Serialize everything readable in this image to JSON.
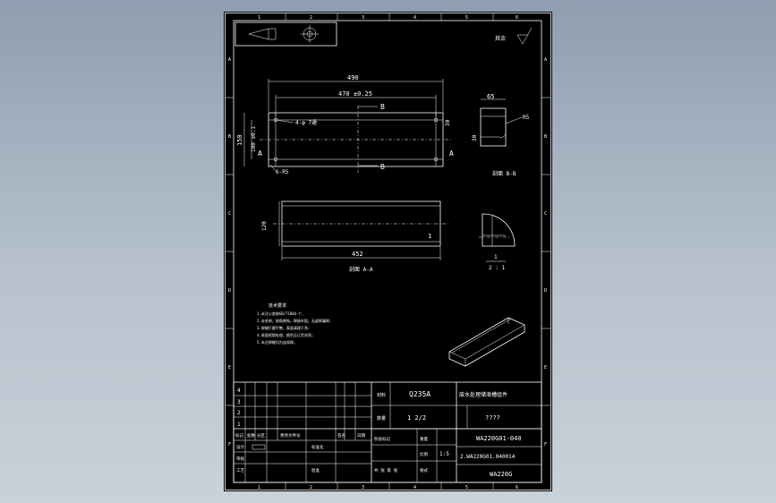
{
  "frame": {
    "top_zones": [
      "1",
      "2",
      "3",
      "4",
      "5",
      "6"
    ],
    "bottom_zones": [
      "1",
      "2",
      "3",
      "4",
      "5",
      "6"
    ],
    "side_zones": [
      "A",
      "B",
      "C",
      "D",
      "E",
      "F"
    ]
  },
  "drawing": {
    "top_view": {
      "overall_length": "490",
      "hole_spacing": "470 ±0.25",
      "height_150": "150",
      "height_100": "100 ±0.1",
      "holes": "4-φ 7通",
      "chamfer": "6-R5",
      "section_b": "B",
      "section_b2": "B",
      "section_a": "A",
      "section_a2": "A",
      "dim_30": "30"
    },
    "front_view": {
      "height": "120",
      "length": "452",
      "label": "剖面 A-A",
      "mark_1": "1"
    },
    "section_b": {
      "width": "65",
      "height": "30",
      "radius": "R5",
      "label": "剖面 B-B"
    },
    "detail": {
      "mark": "1",
      "scale": "2 : 1"
    },
    "roughness": "其余",
    "tech_notes": {
      "title": "技术要求",
      "lines": [
        "1.未注公差按GB/T1804-f;",
        "2.去毛刺，锐角倒钝，焊接牢固，无虚焊漏焊;",
        "3.焊缝打磨平整，表面清理干净;",
        "4.表面喷塑处理，颜色见订货合同;",
        "5.未注焊缝均为连续焊。"
      ]
    }
  },
  "title_block": {
    "rev_rows": [
      "4",
      "3",
      "2",
      "1"
    ],
    "material_label": "材料",
    "material": "Q235A",
    "part_name": "废水处理储液槽组件",
    "qty_label": "数量",
    "qty": "1 2/2",
    "weight": "????",
    "drawing_no": "WA220G01-040",
    "doc_no": "2.WA220G01.040014",
    "product": "WA220G",
    "hdr_mark": "标记",
    "hdr_count": "处数",
    "hdr_zone": "分区",
    "hdr_change": "更改文件号",
    "hdr_sign": "签名",
    "hdr_date": "日期",
    "design": "设计",
    "check": "审核",
    "process": "工艺",
    "std": "标准化",
    "approve": "批准",
    "stage": "阶段标记",
    "weight_label": "重量",
    "scale_label": "比例",
    "scale": "1:5",
    "sheet": "共 张 第 张",
    "format": "格式"
  }
}
